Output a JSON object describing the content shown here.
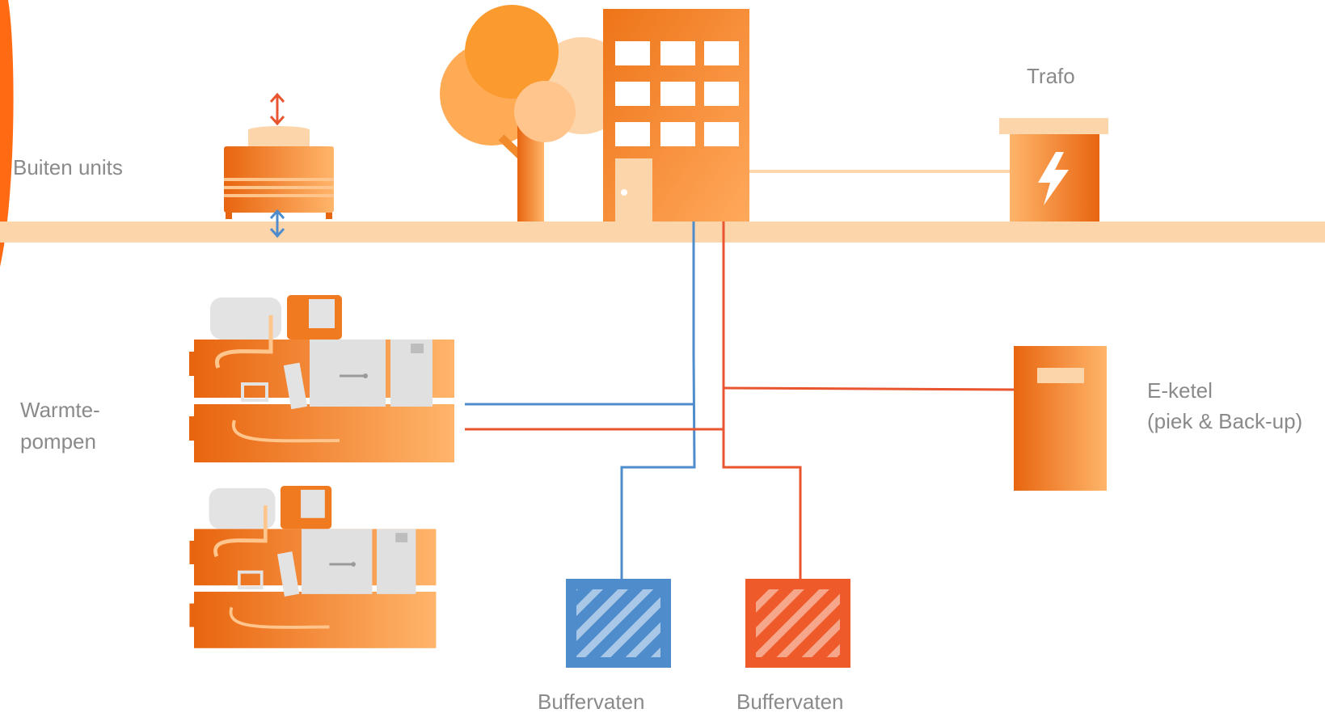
{
  "labels": {
    "outdoor_units": "Buiten units",
    "heat_pumps_line1": "Warmte-",
    "heat_pumps_line2": "pompen",
    "transformer": "Trafo",
    "e_boiler_line1": "E-ketel",
    "e_boiler_line2": "(piek & Back-up)",
    "buffer_cold": "Buffervaten",
    "buffer_hot": "Buffervaten"
  },
  "icons": {
    "outdoor_unit": "outdoor-unit-icon",
    "tree": "tree-icon",
    "building": "building-icon",
    "transformer": "transformer-icon",
    "heat_pump": "heat-pump-icon",
    "e_boiler": "electric-boiler-icon",
    "buffer_tank": "buffer-tank-icon",
    "lightning": "lightning-icon"
  },
  "colors": {
    "orange_dark": "#e8650f",
    "orange_light": "#ffb56b",
    "ground": "#fdd5ab",
    "cold_line": "#4f8ccc",
    "hot_line": "#e8552e",
    "text": "#8a8a8a",
    "left_arc": "#ff6a13"
  }
}
